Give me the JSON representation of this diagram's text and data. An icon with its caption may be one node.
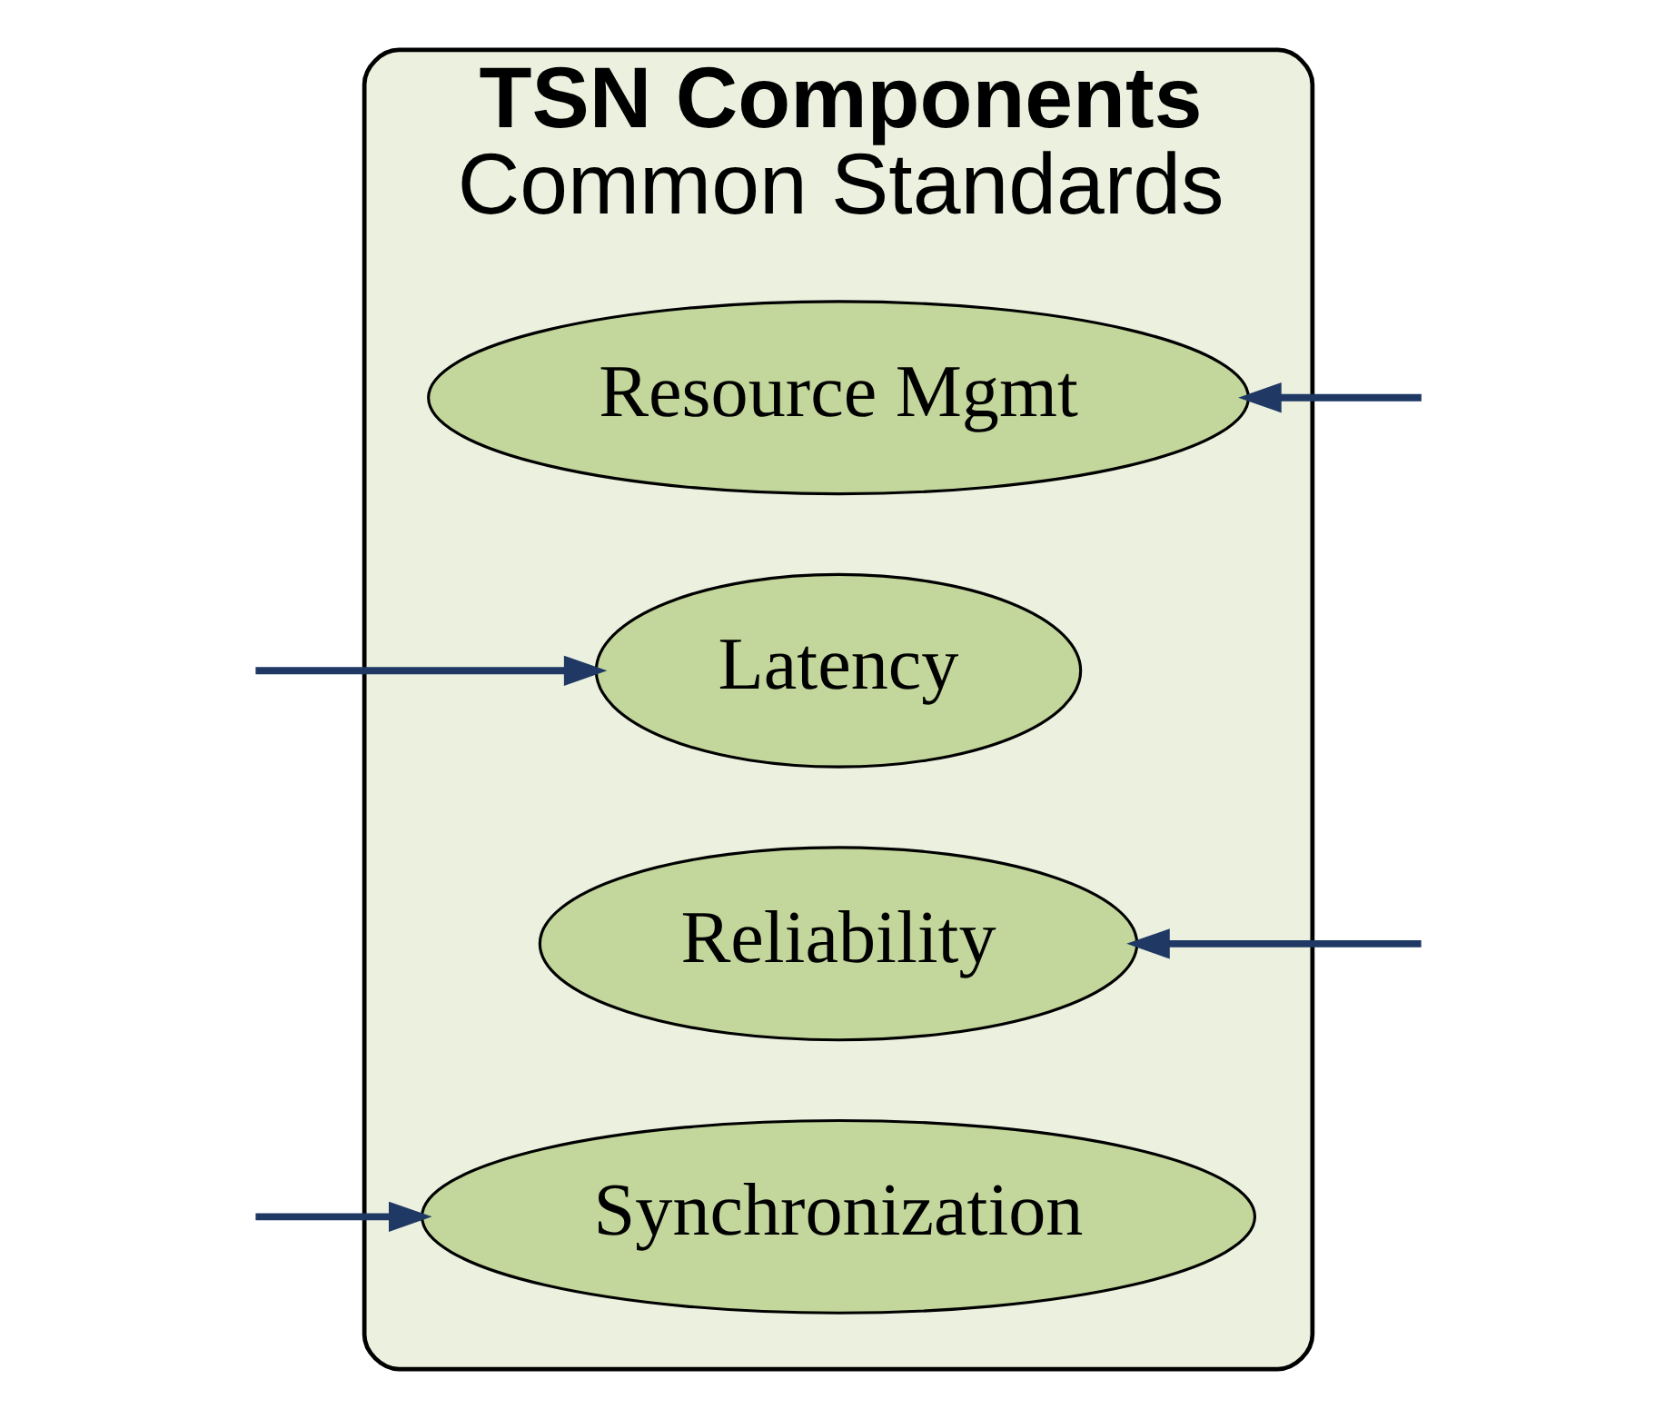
{
  "diagram": {
    "nodes": [
      {
        "text": [
          "TSN Components",
          "Common Standards"
        ]
      },
      {
        "text": [
          "Synchronization"
        ],
        "in": 0
      },
      {
        "text": [
          "Reliability"
        ],
        "in": 0
      },
      {
        "text": [
          "Latency"
        ],
        "in": 0
      },
      {
        "text": [
          "Resource Mgmt"
        ],
        "in": 0
      }
    ],
    "edges": [
      {
        "from": null,
        "to": 1,
        "arrow": "to"
      },
      {
        "from": null,
        "to": 2,
        "arrow": "to"
      },
      {
        "from": null,
        "to": 3,
        "arrow": "to"
      },
      {
        "from": null,
        "to": 4,
        "arrow": "to"
      }
    ]
  }
}
